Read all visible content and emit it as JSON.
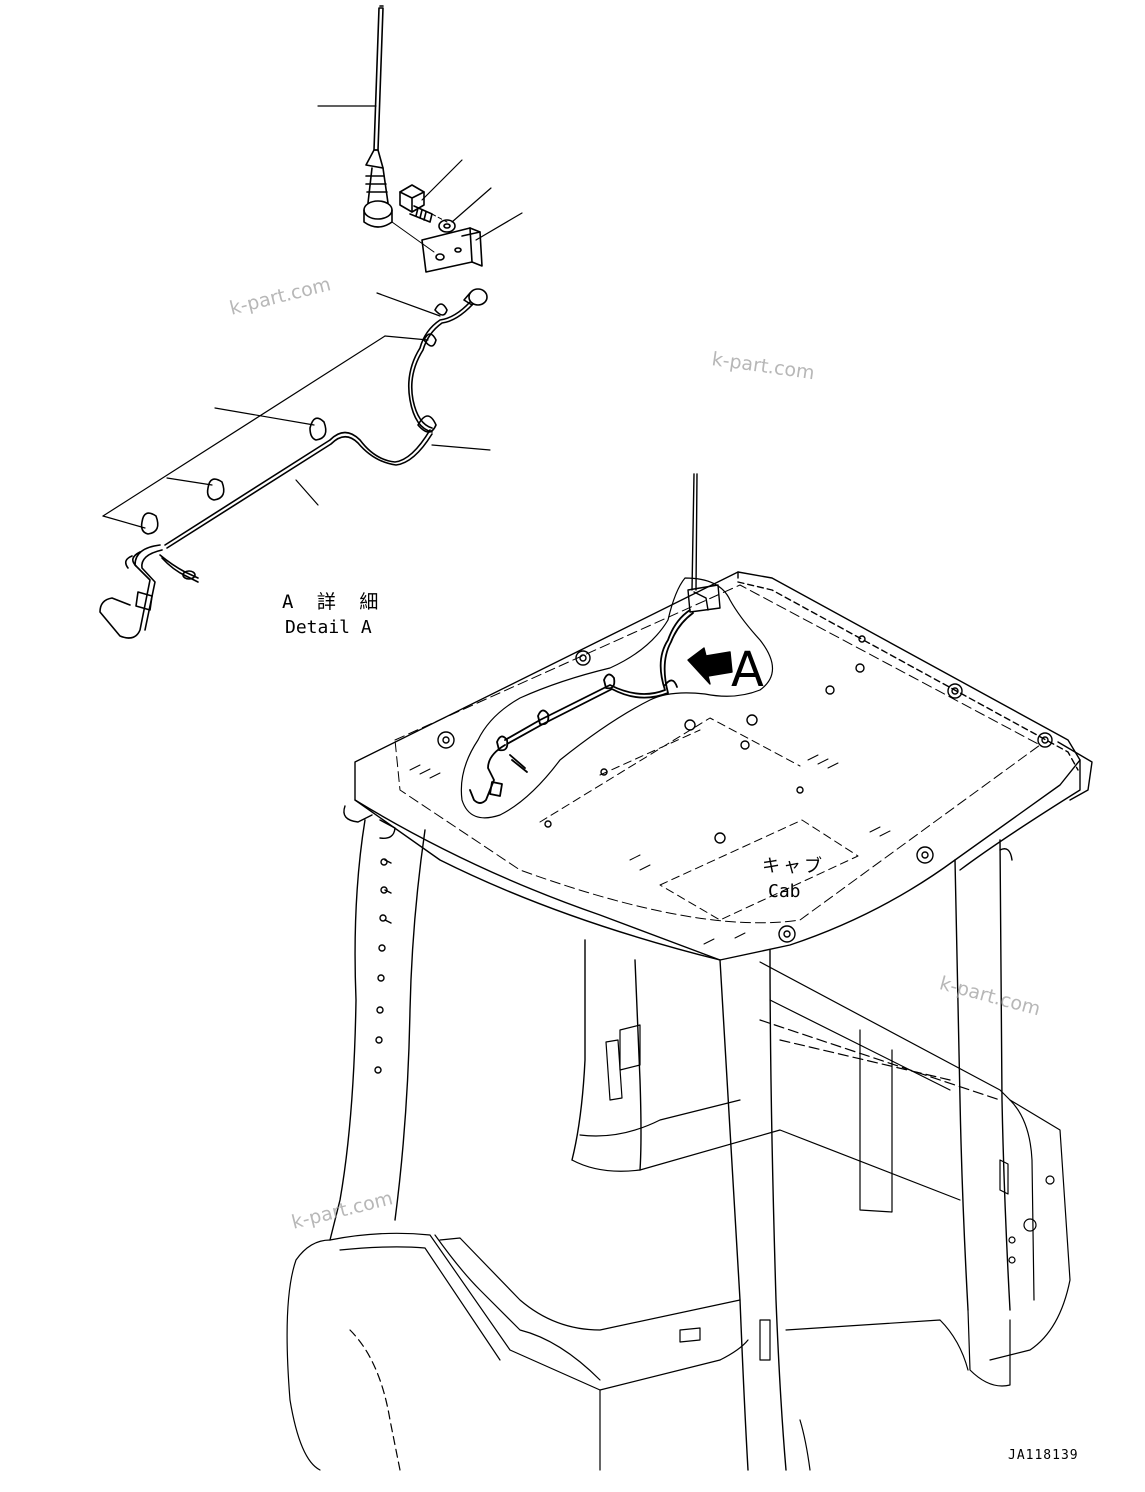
{
  "detail_label": {
    "jp": "A 詳 細",
    "en": "Detail A"
  },
  "view_marker": "A",
  "cab_label": {
    "jp": "キャブ",
    "en": "Cab"
  },
  "drawing_number": "JA118139",
  "watermarks": [
    "k-part.com",
    "k-part.com",
    "k-part.com",
    "k-part.com"
  ],
  "colors": {
    "line": "#000000",
    "watermark": "#9a9a9a"
  }
}
